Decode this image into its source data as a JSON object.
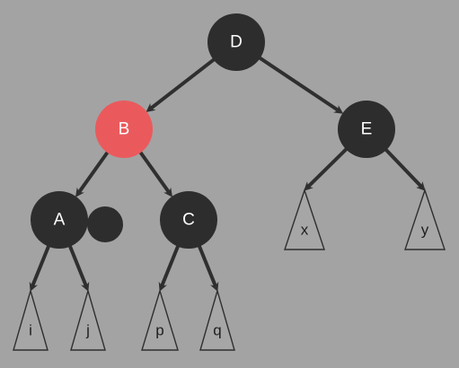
{
  "colors": {
    "background": "#a3a3a3",
    "black_node": "#2d2d2d",
    "red_node": "#ea5a5c",
    "edge": "#2f2f2f",
    "node_text": "#ffffff",
    "leaf_text": "#1e1e1e"
  },
  "tree": {
    "nodes": [
      {
        "id": "D",
        "label": "D",
        "color": "black"
      },
      {
        "id": "B",
        "label": "B",
        "color": "red"
      },
      {
        "id": "E",
        "label": "E",
        "color": "black"
      },
      {
        "id": "A",
        "label": "A",
        "color": "black"
      },
      {
        "id": "C",
        "label": "C",
        "color": "black"
      }
    ],
    "extra_black_token": {
      "attached_to": "A",
      "color": "black"
    },
    "subtrees": [
      {
        "id": "i",
        "label": "i"
      },
      {
        "id": "j",
        "label": "j"
      },
      {
        "id": "p",
        "label": "p"
      },
      {
        "id": "q",
        "label": "q"
      },
      {
        "id": "x",
        "label": "x"
      },
      {
        "id": "y",
        "label": "y"
      }
    ],
    "edges": [
      {
        "from": "D",
        "to": "B"
      },
      {
        "from": "D",
        "to": "E"
      },
      {
        "from": "B",
        "to": "A"
      },
      {
        "from": "B",
        "to": "C"
      },
      {
        "from": "A",
        "to": "i"
      },
      {
        "from": "A",
        "to": "j"
      },
      {
        "from": "C",
        "to": "p"
      },
      {
        "from": "C",
        "to": "q"
      },
      {
        "from": "E",
        "to": "x"
      },
      {
        "from": "E",
        "to": "y"
      }
    ]
  }
}
